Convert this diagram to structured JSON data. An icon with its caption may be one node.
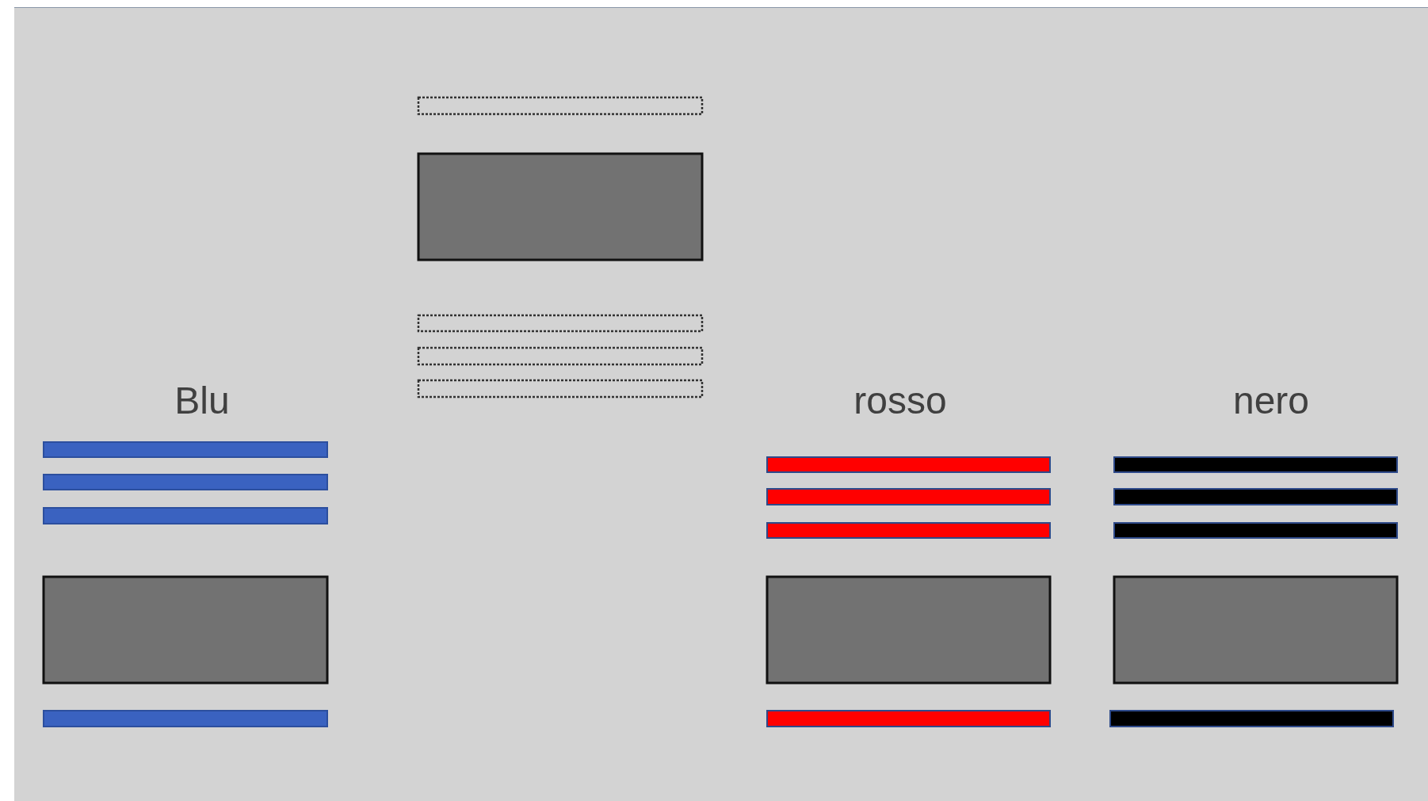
{
  "diagram": {
    "nodes": [
      {
        "text": [],
        "shape": "bar"
      },
      {
        "text": [],
        "shape": "bar"
      },
      {
        "text": [],
        "shape": "bar"
      },
      {
        "text": [],
        "shape": "box"
      },
      {
        "text": [],
        "shape": "bar"
      },
      {
        "text": [],
        "shape": "bar"
      },
      {
        "text": [],
        "shape": "box"
      },
      {
        "text": [],
        "shape": "bar"
      },
      {
        "text": [],
        "shape": "bar"
      },
      {
        "text": [],
        "shape": "bar"
      },
      {
        "text": [],
        "shape": "bar"
      },
      {
        "text": [],
        "shape": "bar"
      },
      {
        "text": [],
        "shape": "bar"
      },
      {
        "text": [],
        "shape": "box"
      },
      {
        "text": [],
        "shape": "bar"
      },
      {
        "text": [],
        "shape": "bar"
      },
      {
        "text": [],
        "shape": "bar"
      },
      {
        "text": [],
        "shape": "bar"
      },
      {
        "text": [],
        "shape": "box"
      },
      {
        "text": [],
        "shape": "bar"
      }
    ],
    "labels": [
      "Blu",
      "rosso",
      "nero"
    ]
  }
}
